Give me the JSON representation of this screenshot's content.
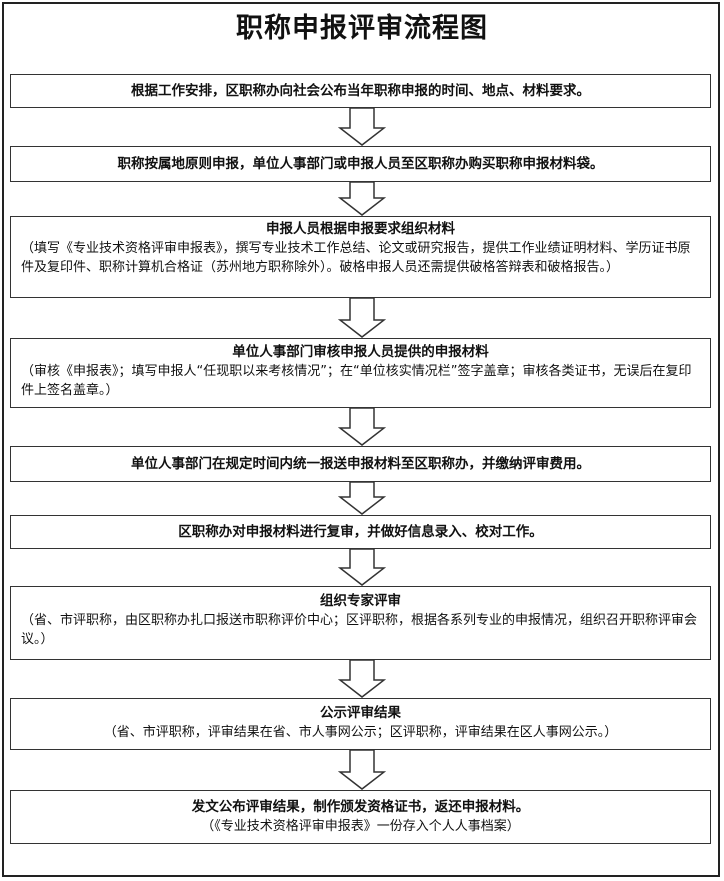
{
  "title": "职称申报评审流程图",
  "steps": [
    {
      "heading": "根据工作安排，区职称办向社会公布当年职称申报的时间、地点、材料要求。"
    },
    {
      "heading": "职称按属地原则申报，单位人事部门或申报人员至区职称办购买职称申报材料袋。"
    },
    {
      "heading": "申报人员根据申报要求组织材料",
      "body": "（填写《专业技术资格评审申报表》，撰写专业技术工作总结、论文或研究报告，提供工作业绩证明材料、学历证书原件及复印件、职称计算机合格证（苏州地方职称除外）。破格申报人员还需提供破格答辩表和破格报告。）"
    },
    {
      "heading": "单位人事部门审核申报人员提供的申报材料",
      "body": "（审核《申报表》；填写申报人“任现职以来考核情况”；在“单位核实情况栏”签字盖章；审核各类证书，无误后在复印件上签名盖章。）"
    },
    {
      "heading": "单位人事部门在规定时间内统一报送申报材料至区职称办，并缴纳评审费用。"
    },
    {
      "heading": "区职称办对申报材料进行复审，并做好信息录入、校对工作。"
    },
    {
      "heading": "组织专家评审",
      "body": "（省、市评职称，由区职称办扎口报送市职称评价中心；区评职称，根据各系列专业的申报情况，组织召开职称评审会议。）"
    },
    {
      "heading": "公示评审结果",
      "note": "（省、市评职称，评审结果在省、市人事网公示；区评职称，评审结果在区人事网公示。）"
    },
    {
      "heading": "发文公布评审结果，制作颁发资格证书，返还申报材料。",
      "note": "（《专业技术资格评审申报表》一份存入个人人事档案）"
    }
  ]
}
